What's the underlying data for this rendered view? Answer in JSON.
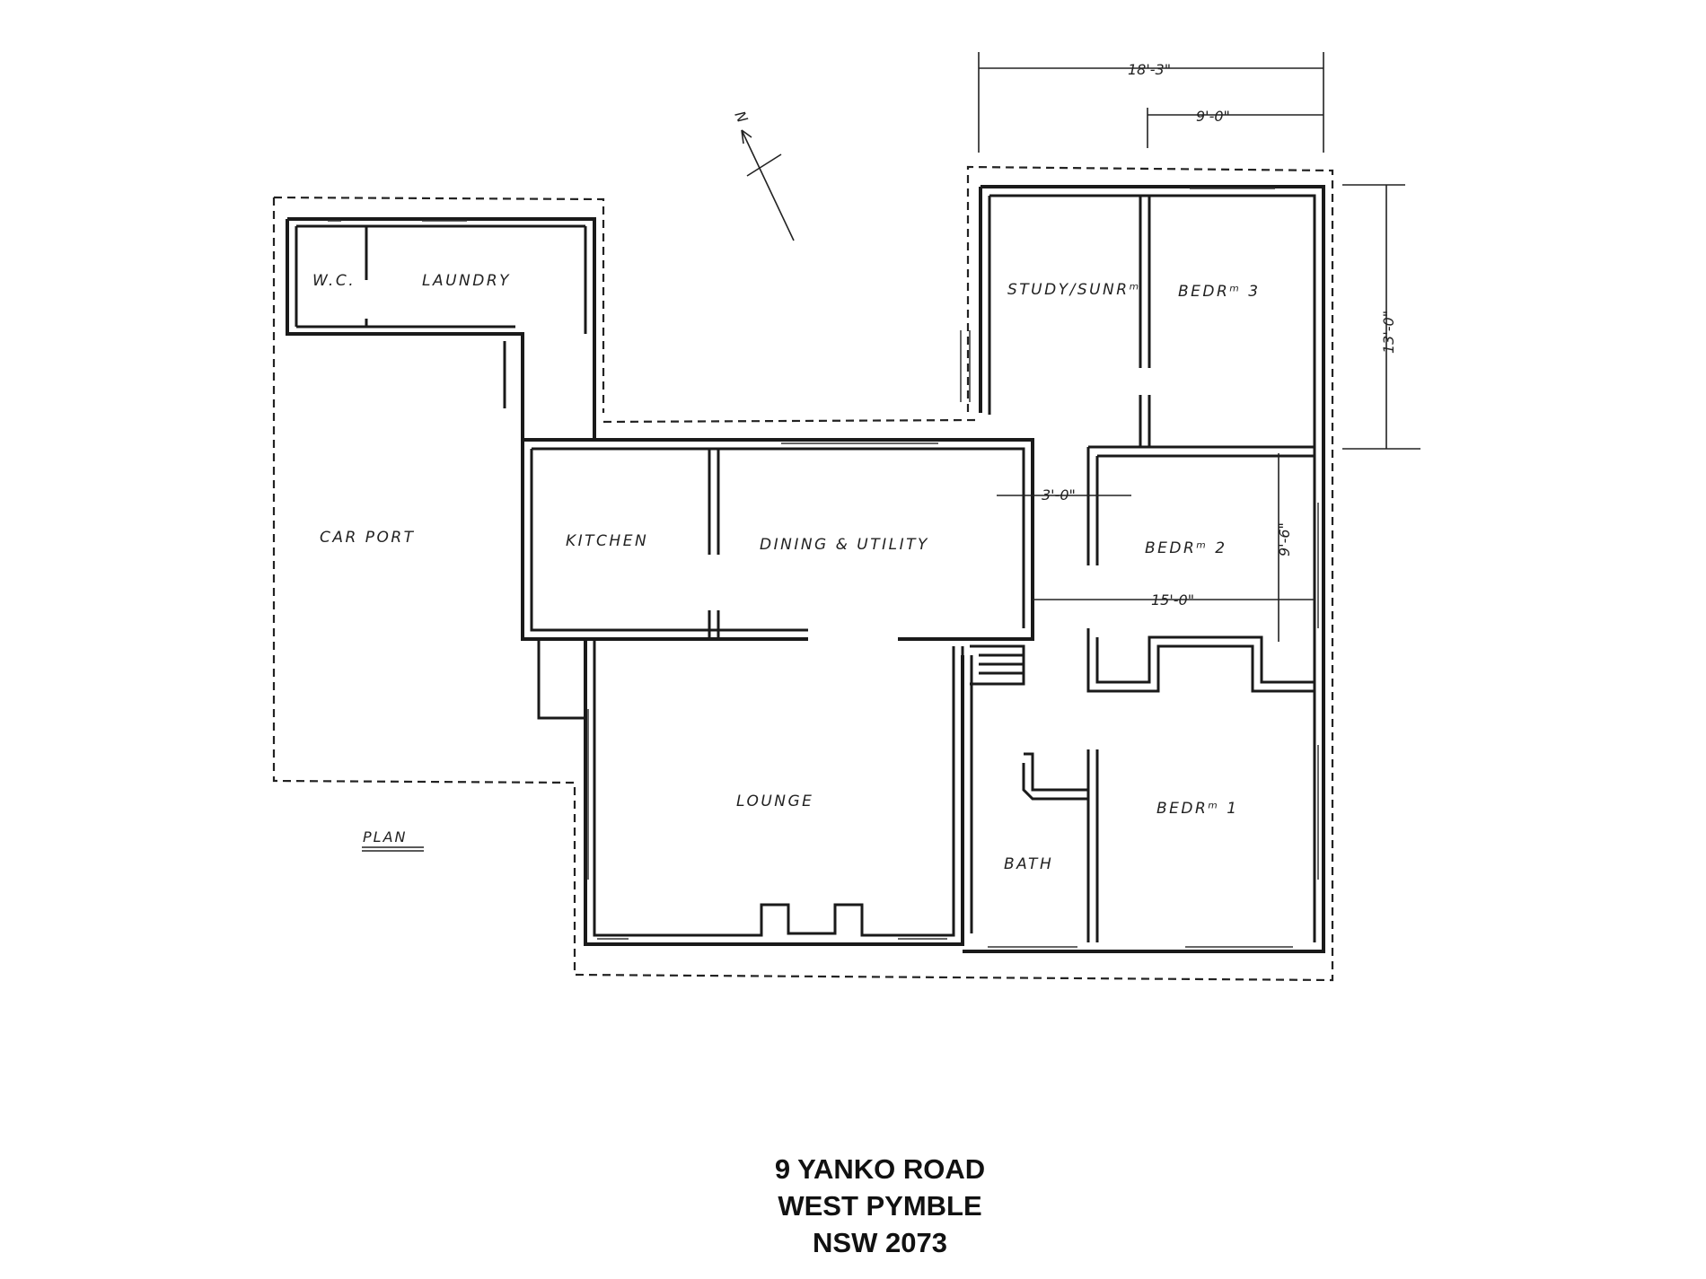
{
  "rooms": {
    "wc": "W.C.",
    "laundry": "LAUNDRY",
    "study": "STUDY/SUNRᵐ",
    "bedroom3": "BEDRᵐ 3",
    "carport": "CAR PORT",
    "kitchen": "KITCHEN",
    "dining": "DINING & UTILITY",
    "bedroom2": "BEDRᵐ 2",
    "lounge": "LOUNGE",
    "bedroom1": "BEDRᵐ 1",
    "bath": "BATH"
  },
  "dimensions": {
    "top_overall": "18'-3\"",
    "top_inner": "9'-0\"",
    "right_vertical": "13'-0\"",
    "hall_width": "3'-0\"",
    "bedroom2_height": "9'-6\"",
    "bedroom2_width": "15'-0\""
  },
  "north_label": "N",
  "plan_label": "PLAN",
  "address": {
    "line1": "9 YANKO ROAD",
    "line2": "WEST PYMBLE",
    "line3": "NSW 2073"
  }
}
